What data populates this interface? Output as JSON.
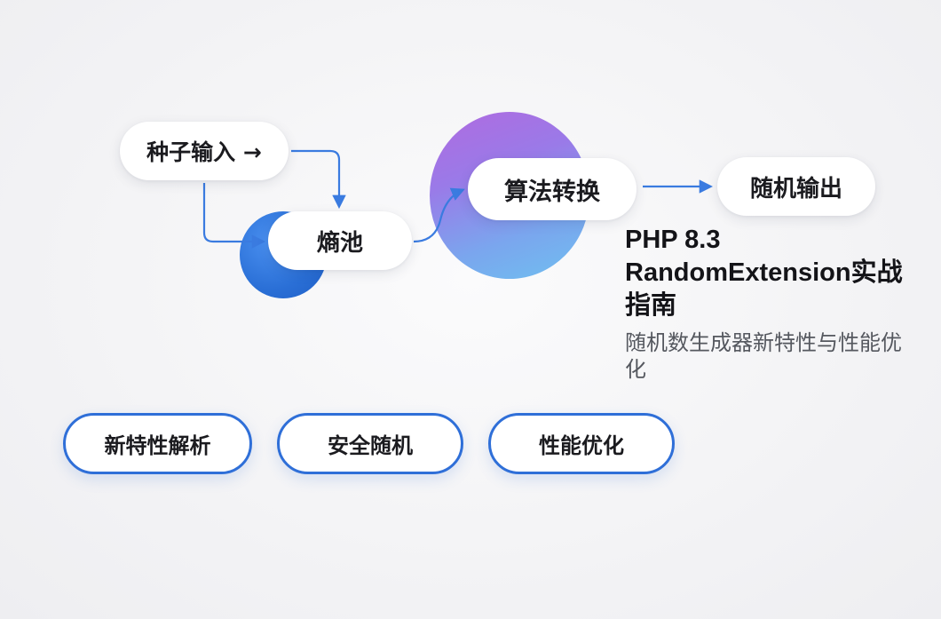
{
  "diagram": {
    "nodes": {
      "seed_input": "种子输入 →",
      "entropy_pool": "熵池",
      "algorithm_transform": "算法转换",
      "random_output": "随机输出"
    },
    "title": "PHP 8.3 RandomExtension实战指南",
    "subtitle": "随机数生成器新特性与性能优化",
    "tags": [
      "新特性解析",
      "安全随机",
      "性能优化"
    ],
    "colors": {
      "accent_blue": "#2f6fd8",
      "arrow_blue": "#3a7be0",
      "purple_gradient_start": "#b06be0",
      "purple_gradient_end": "#6fc0f0"
    }
  }
}
